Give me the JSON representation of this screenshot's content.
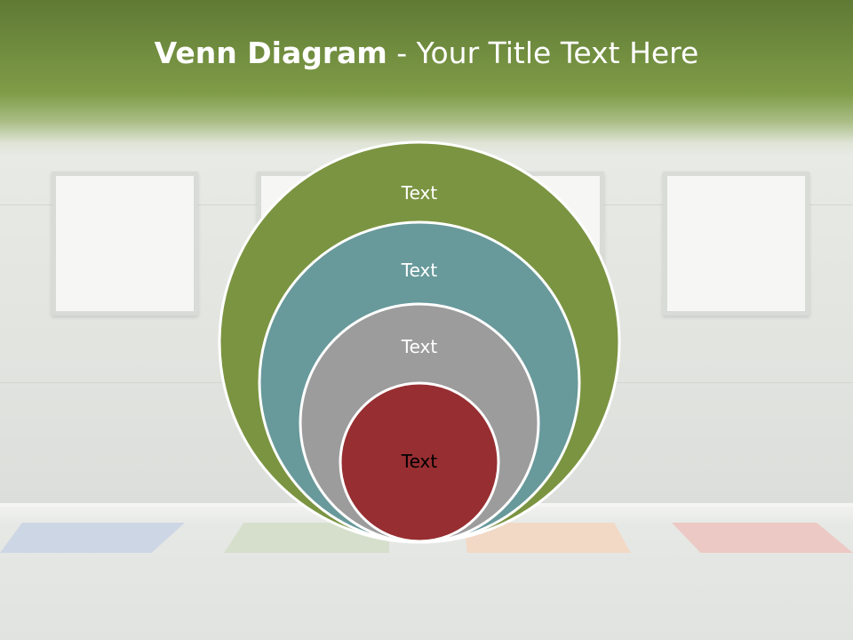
{
  "title": {
    "bold": "Venn Diagram",
    "rest": " - Your Title Text Here"
  },
  "circles": [
    {
      "label": "Text",
      "fill": "#7b9441",
      "text_color": "#ffffff"
    },
    {
      "label": "Text",
      "fill": "#68999b",
      "text_color": "#ffffff"
    },
    {
      "label": "Text",
      "fill": "#9c9c9c",
      "text_color": "#ffffff"
    },
    {
      "label": "Text",
      "fill": "#972e31",
      "text_color": "#000000"
    }
  ],
  "colors": {
    "title_band": "#6f8c3d",
    "mat_blue": "#cdd6e4",
    "mat_green": "#d6dfcc",
    "mat_orange": "#f2d9c6",
    "mat_red": "#ecc9c4"
  }
}
